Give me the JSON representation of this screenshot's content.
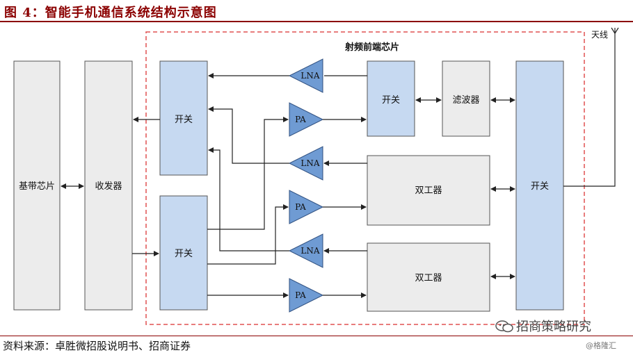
{
  "title": "图 4：智能手机通信系统结构示意图",
  "source": "资料来源：卓胜微招股说明书、招商证券",
  "watermark_main": "招商策略研究",
  "watermark_corner": "@格隆汇",
  "colors": {
    "title": "#8b0000",
    "blue_box": "#c6d9f1",
    "gray_box": "#ececec",
    "amp_fill": "#6f9bd3",
    "dashed_border": "#e05050"
  },
  "diagram": {
    "rf_front_end_label": "射频前端芯片",
    "antenna_label": "天线",
    "baseband_label": "基带芯片",
    "transceiver_label": "收发器",
    "switch_label": "开关",
    "filter_label": "滤波器",
    "duplexer_label": "双工器",
    "lna_label": "LNA",
    "pa_label": "PA"
  }
}
